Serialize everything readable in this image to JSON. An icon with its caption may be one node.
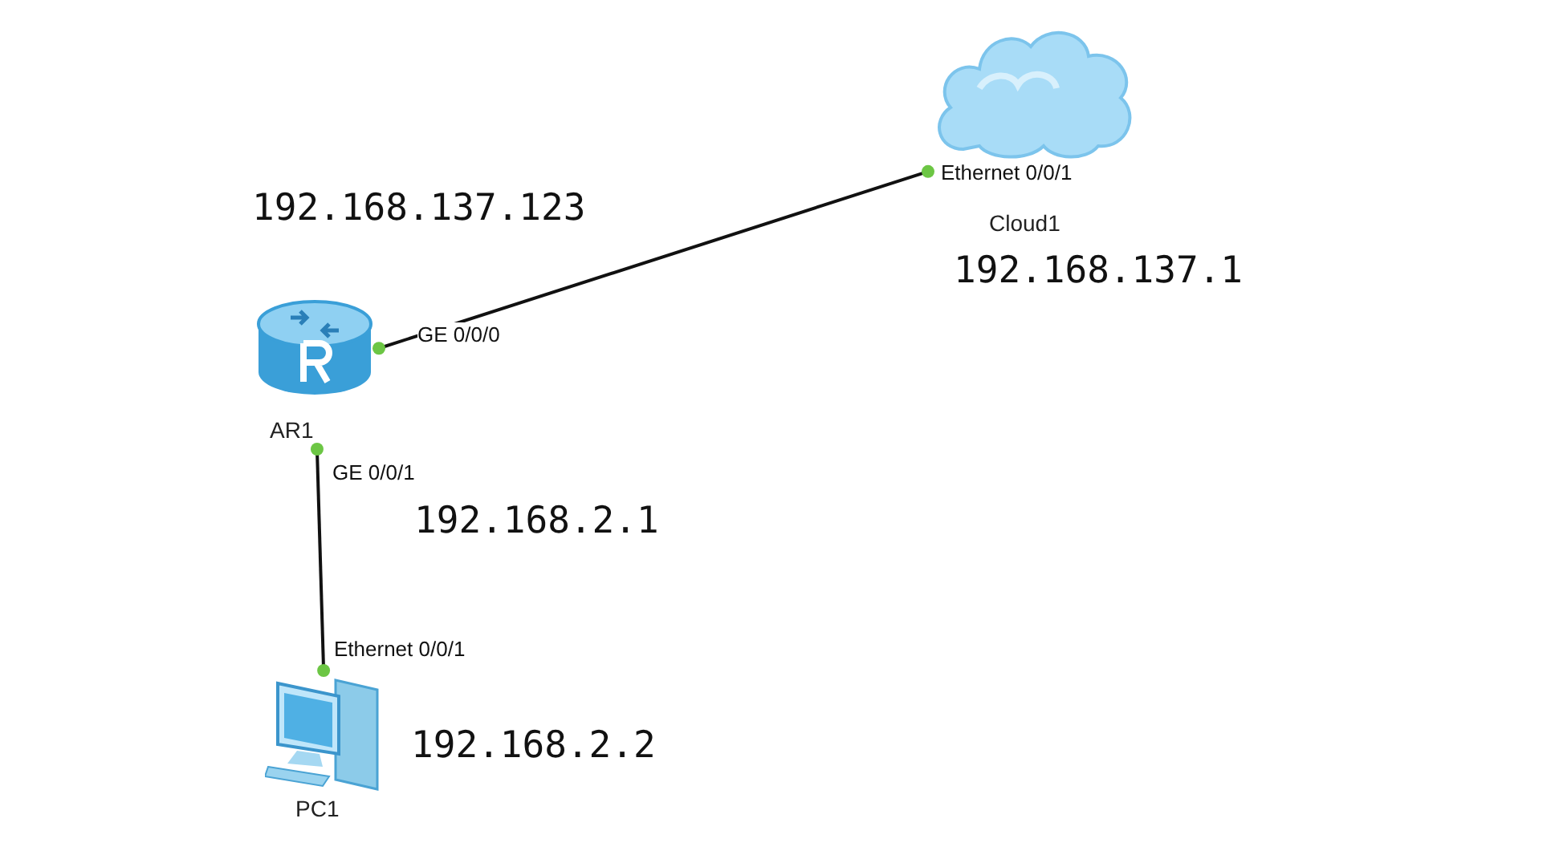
{
  "diagram": {
    "nodes": [
      {
        "text": [
          "Cloud1"
        ]
      },
      {
        "text": [
          "AR1"
        ]
      },
      {
        "text": [
          "PC1"
        ]
      }
    ],
    "edges": [
      {
        "from": 1,
        "to": 0,
        "arrow": "other"
      },
      {
        "from": 1,
        "to": 2,
        "arrow": "other"
      }
    ],
    "labels": [
      "Ethernet 0/0/1",
      "192.168.137.123",
      "192.168.137.1",
      "GE 0/0/0",
      "GE 0/0/1",
      "192.168.2.1",
      "Ethernet 0/0/1",
      "192.168.2.2"
    ]
  }
}
